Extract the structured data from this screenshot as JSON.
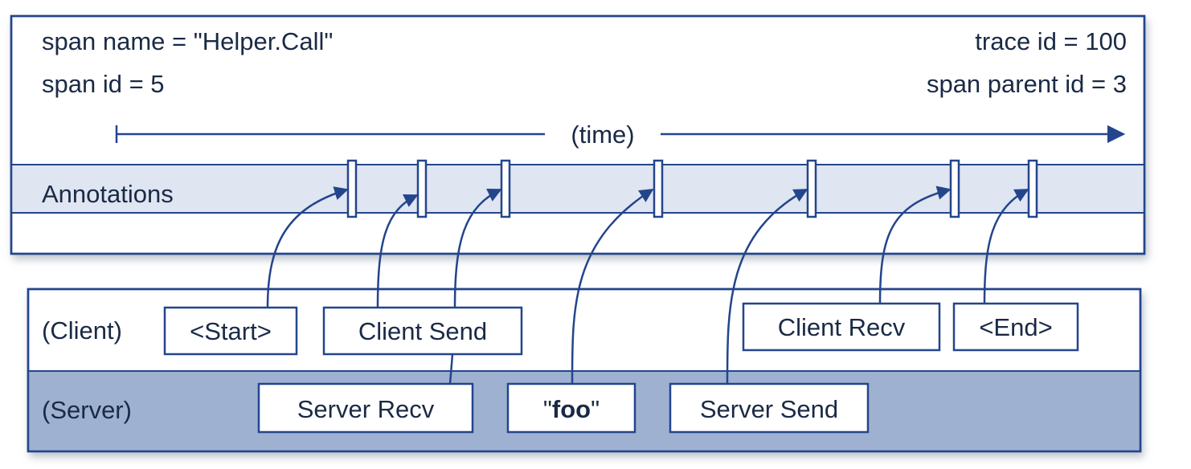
{
  "span": {
    "name_line": "span name = \"Helper.Call\"",
    "id_line": "span id = 5",
    "trace_line": "trace id = 100",
    "parent_line": "span parent id = 3"
  },
  "timeline": {
    "label": "(time)"
  },
  "annotations": {
    "label": "Annotations",
    "marker_count": 7
  },
  "client": {
    "label": "(Client)",
    "boxes": {
      "start": "<Start>",
      "send": "Client Send",
      "recv": "Client Recv",
      "end": "<End>"
    }
  },
  "server": {
    "label": "(Server)",
    "boxes": {
      "recv": "Server Recv",
      "foo_open": "\"",
      "foo_word": "foo",
      "foo_close": "\"",
      "send": "Server Send"
    }
  },
  "colors": {
    "frame": "#23458c",
    "annotations_band": "#dfe5f1",
    "server_band": "#9fb1d0",
    "text": "#1a2a45",
    "arrow": "#23458c"
  }
}
